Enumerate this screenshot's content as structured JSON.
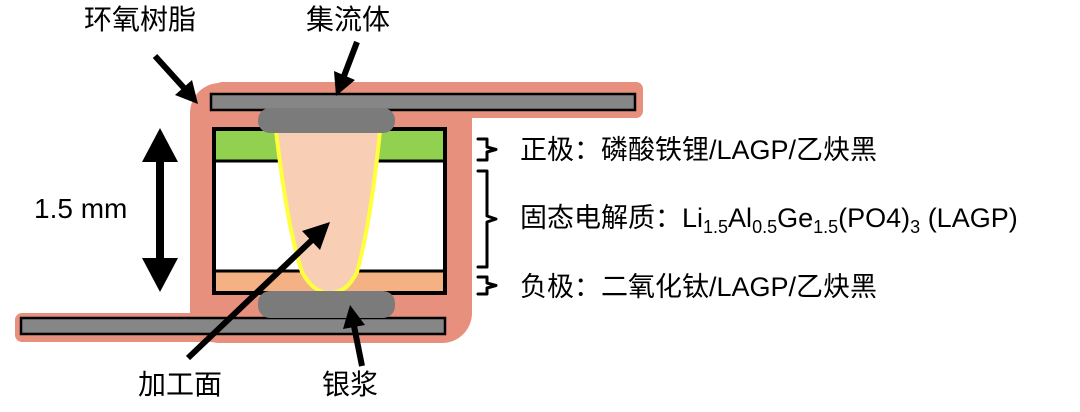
{
  "labels": {
    "epoxy": "环氧树脂",
    "collector": "集流体",
    "thickness": "1.5 mm",
    "processed_surface": "加工面",
    "silver_paste": "银浆"
  },
  "layers": {
    "positive": "正极：磷酸铁锂/LAGP/乙炔黑",
    "electrolyte": {
      "prefix": "固态电解质：",
      "formula": [
        {
          "base": "Li",
          "sub": "1.5"
        },
        {
          "base": "Al",
          "sub": "0.5"
        },
        {
          "base": "Ge",
          "sub": "1.5"
        },
        {
          "base": "(PO4)",
          "sub": "3"
        }
      ],
      "suffix": " (LAGP)"
    },
    "negative": "负极：二氧化钛/LAGP/乙炔黑"
  },
  "colors": {
    "epoxy": "#e8907e",
    "collector": "#868686",
    "silver_paste": "#7b7b7b",
    "positive": "#92d050",
    "electrolyte": "#ffffff",
    "negative": "#f4b183",
    "processed_surface_fill": "#f8cfb4",
    "processed_surface_outline": "#ffff3c"
  }
}
